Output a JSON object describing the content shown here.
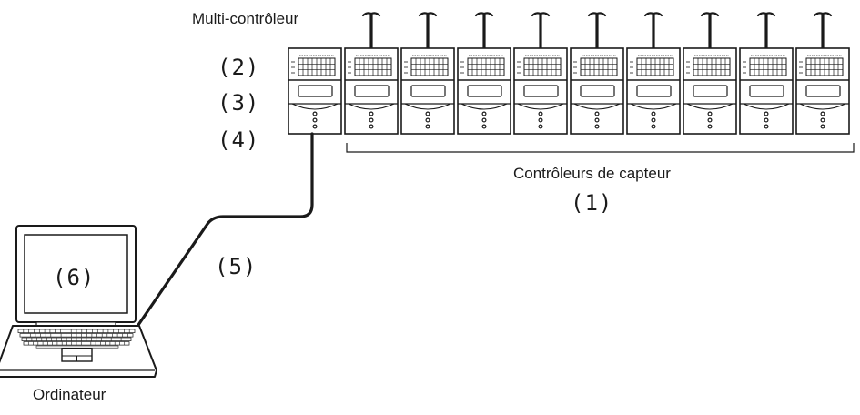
{
  "labels": {
    "multi_controller": "Multi-contrôleur",
    "sensor_controllers": "Contrôleurs de capteur",
    "computer": "Ordinateur"
  },
  "callouts": {
    "n1": "(1)",
    "n2": "(2)",
    "n3": "(3)",
    "n4": "(4)",
    "n5": "(5)",
    "n6": "(6)"
  },
  "devices": {
    "unit_count": 10,
    "multi_controller_count": 1,
    "sensor_controller_count": 9
  },
  "colors": {
    "line": "#1a1a1a",
    "face": "#ffffff",
    "background": "#ffffff"
  },
  "icons": [
    "sensor-cable-icon",
    "laptop-icon",
    "keyboard-icon",
    "touchpad-icon"
  ]
}
